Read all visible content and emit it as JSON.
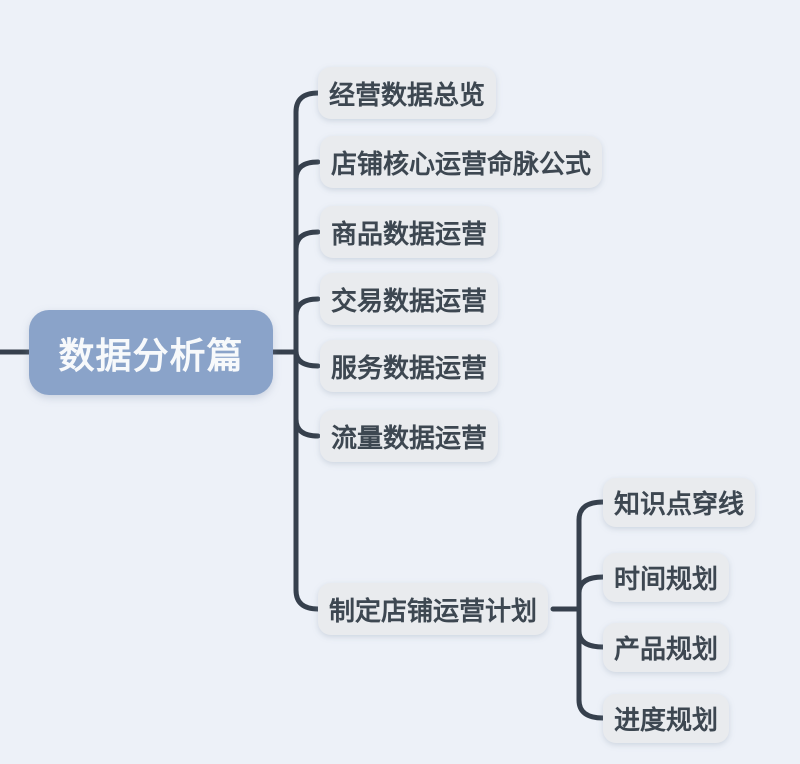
{
  "mindmap": {
    "root": {
      "label": "数据分析篇"
    },
    "children": [
      {
        "label": "经营数据总览"
      },
      {
        "label": "店铺核心运营命脉公式"
      },
      {
        "label": "商品数据运营"
      },
      {
        "label": "交易数据运营"
      },
      {
        "label": "服务数据运营"
      },
      {
        "label": "流量数据运营"
      },
      {
        "label": "制定店铺运营计划",
        "children": [
          {
            "label": "知识点穿线"
          },
          {
            "label": "时间规划"
          },
          {
            "label": "产品规划"
          },
          {
            "label": "进度规划"
          }
        ]
      }
    ],
    "colors": {
      "background": "#edf1f8",
      "root_fill": "#8aa3c9",
      "root_text": "#f7f9fb",
      "node_fill": "#e9ebee",
      "node_text": "#3d4751",
      "connector": "#36404d"
    }
  }
}
